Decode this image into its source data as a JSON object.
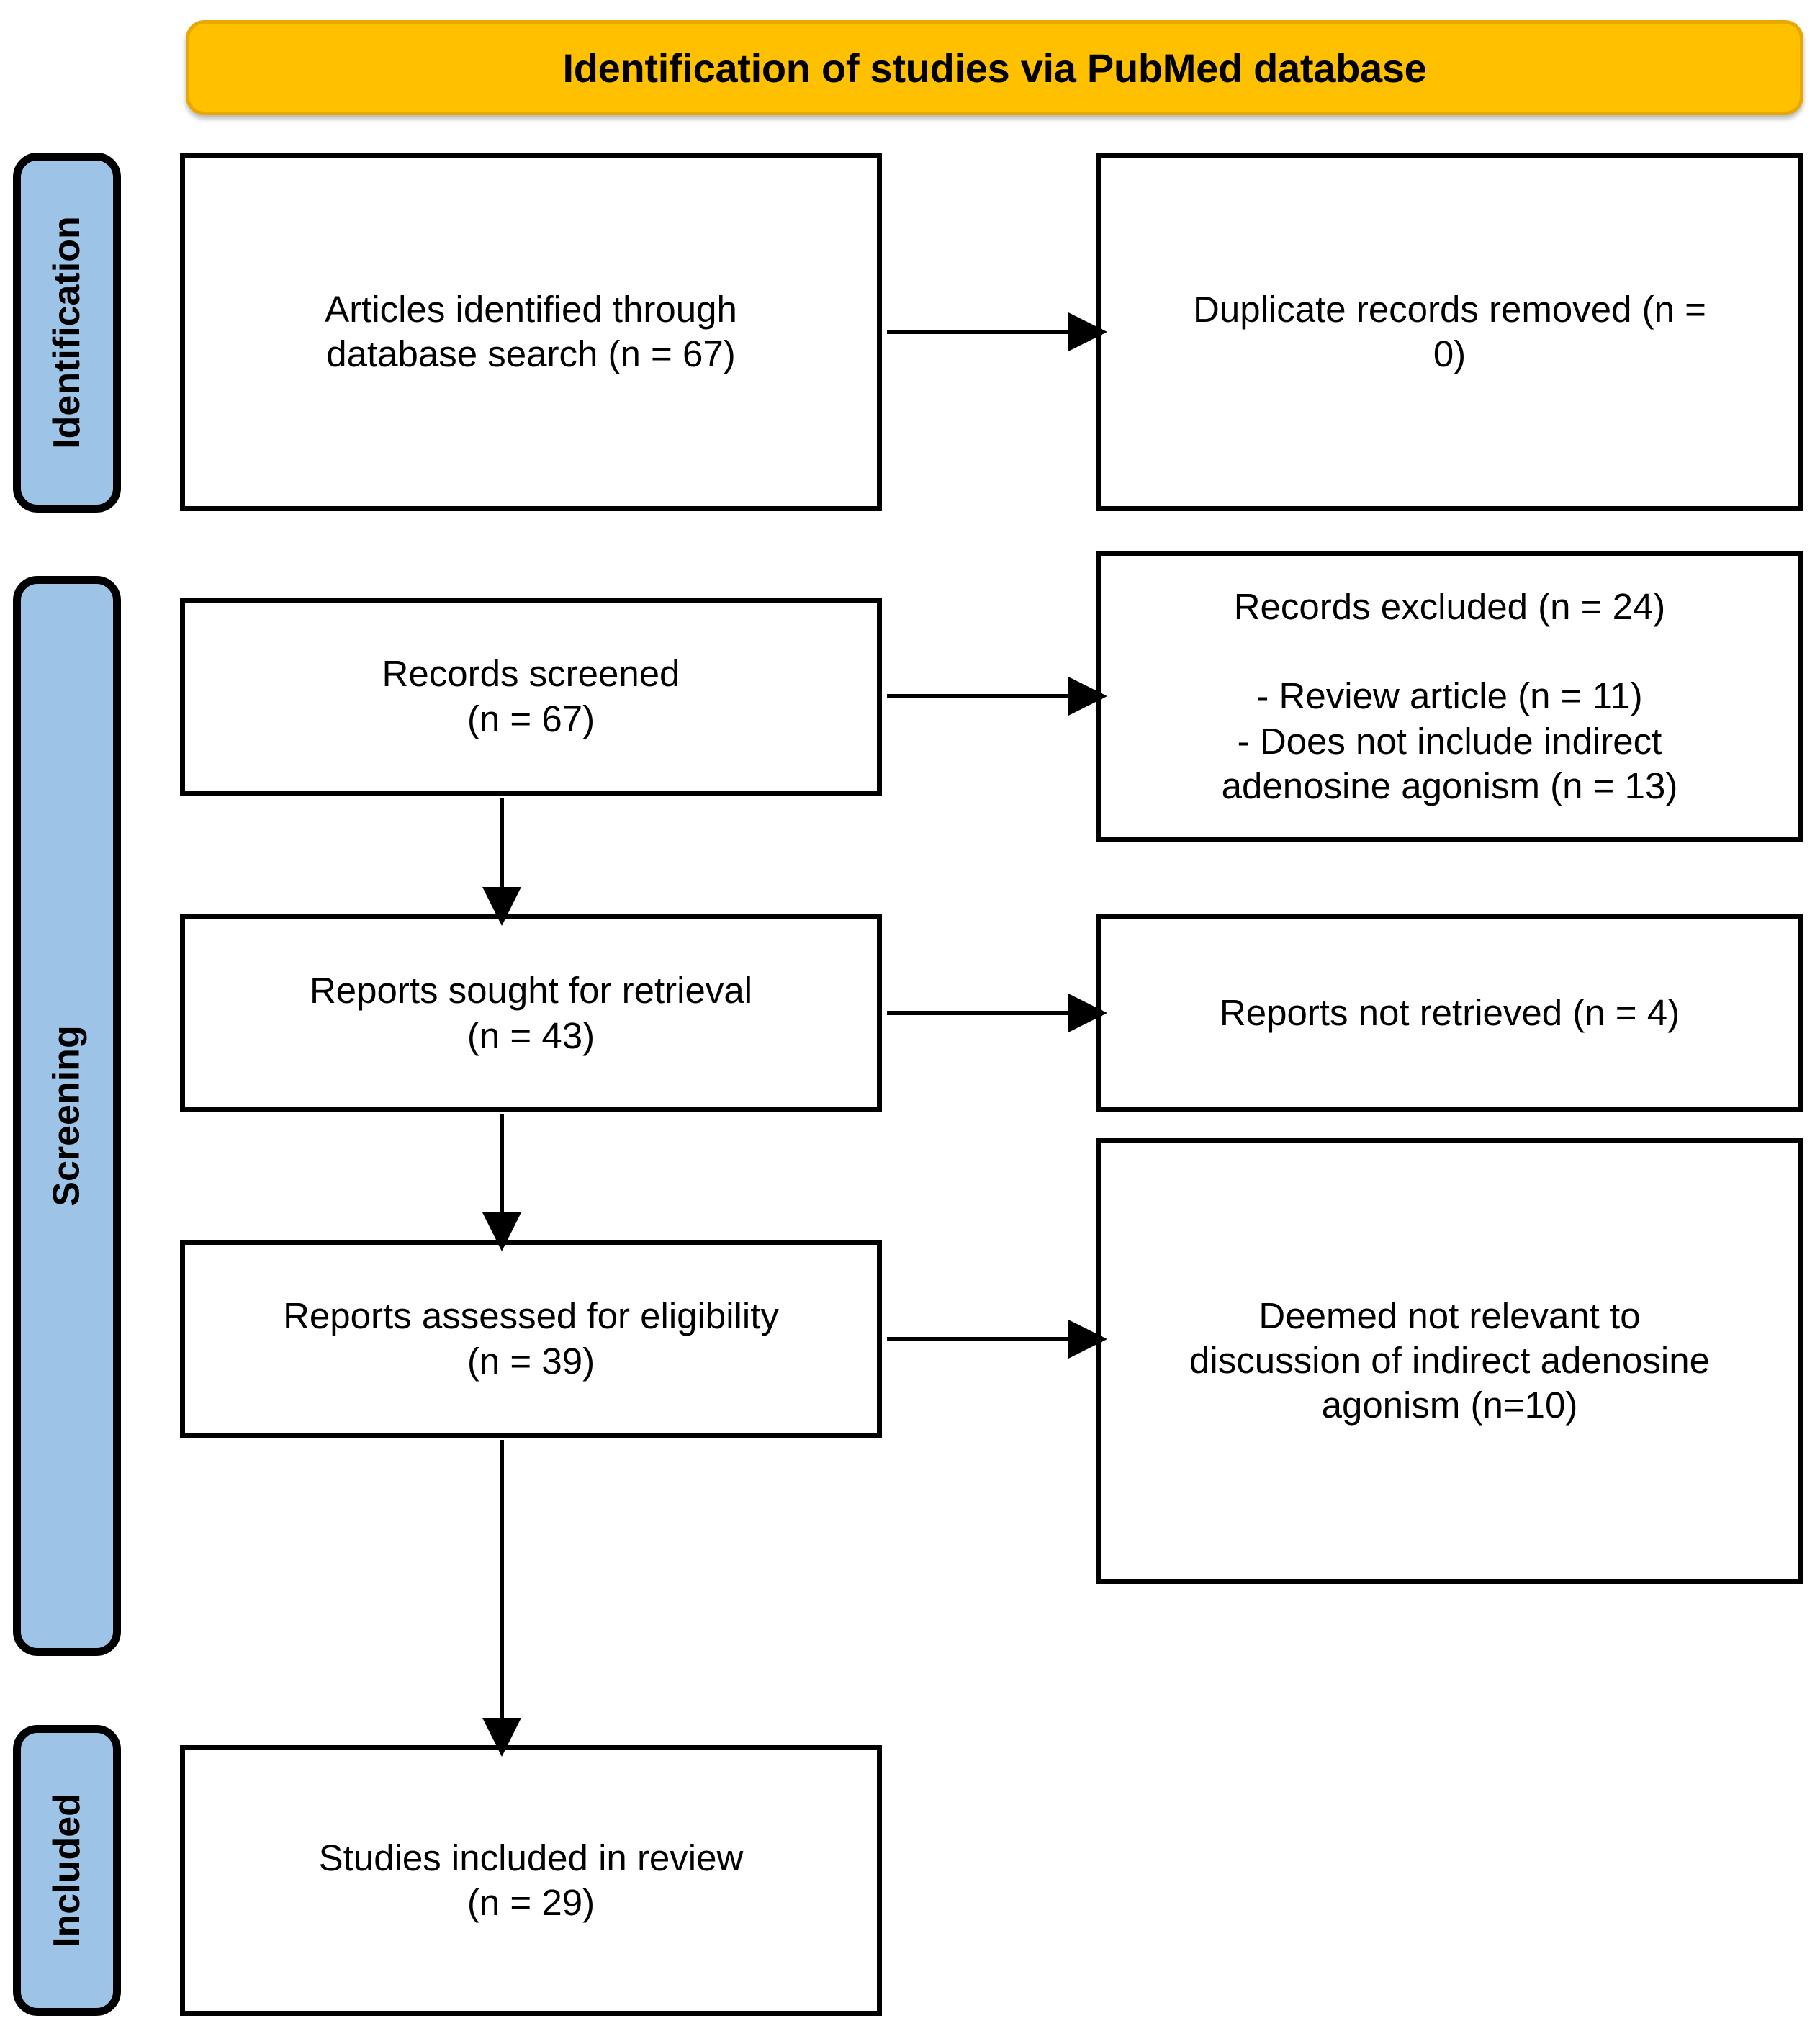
{
  "banner": {
    "title": "Identification of studies via PubMed database",
    "fill_color": "#FFC000"
  },
  "stages": [
    {
      "id": "identification",
      "label": "Identification",
      "fill_color": "#9DC3E6"
    },
    {
      "id": "screening",
      "label": "Screening",
      "fill_color": "#9DC3E6"
    },
    {
      "id": "included",
      "label": "Included",
      "fill_color": "#9DC3E6"
    }
  ],
  "boxes": {
    "identified": {
      "text": "Articles identified through\ndatabase search (n = 67)",
      "count": 67
    },
    "duplicates_removed": {
      "text": "Duplicate records removed (n =\n0)",
      "count": 0
    },
    "records_screened": {
      "text": "Records screened\n(n = 67)",
      "count": 67
    },
    "records_excluded": {
      "text": "Records excluded (n = 24)\n\n- Review article (n = 11)\n- Does not include indirect\nadenosine agonism (n = 13)",
      "count": 24,
      "reasons": [
        {
          "label": "Review article",
          "count": 11
        },
        {
          "label": "Does not include indirect adenosine agonism",
          "count": 13
        }
      ]
    },
    "reports_sought": {
      "text": "Reports sought for retrieval\n(n = 43)",
      "count": 43
    },
    "reports_not_retrieved": {
      "text": "Reports not retrieved (n = 4)",
      "count": 4
    },
    "reports_assessed": {
      "text": "Reports assessed for eligibility\n(n = 39)",
      "count": 39
    },
    "deemed_not_relevant": {
      "text": "Deemed not relevant to\ndiscussion of indirect adenosine\nagonism (n=10)",
      "count": 10
    },
    "studies_included": {
      "text": "Studies included in review\n(n = 29)",
      "count": 29
    }
  },
  "arrows": [
    {
      "id": "identified-to-duplicates",
      "direction": "right"
    },
    {
      "id": "screened-to-excluded",
      "direction": "right"
    },
    {
      "id": "screened-to-sought",
      "direction": "down"
    },
    {
      "id": "sought-to-not-retrieved",
      "direction": "right"
    },
    {
      "id": "sought-to-assessed",
      "direction": "down"
    },
    {
      "id": "assessed-to-not-relevant",
      "direction": "right"
    },
    {
      "id": "assessed-to-included",
      "direction": "down"
    }
  ]
}
